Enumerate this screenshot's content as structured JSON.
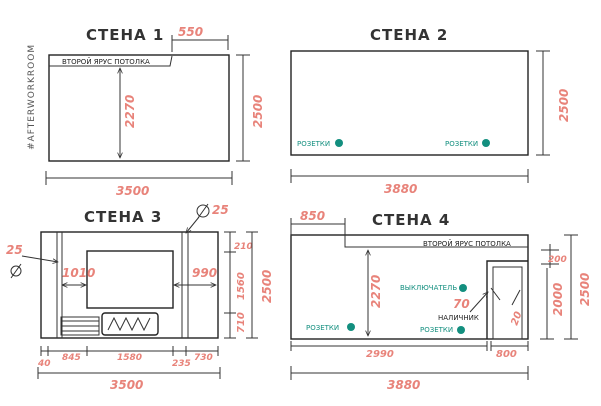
{
  "colors": {
    "dimension": "#e8837a",
    "socket": "#138f7f",
    "ink": "#333333"
  },
  "walls": {
    "w1": {
      "title": "СТЕНА 1",
      "top_dim": "550",
      "right_dim": "2500",
      "inner_dim": "2270",
      "bottom_dim": "3500",
      "ceiling_label": "ВТОРОЙ ЯРУС ПОТОЛКА"
    },
    "w2": {
      "title": "СТЕНА 2",
      "right_dim": "2500",
      "bottom_dim": "3880",
      "socket_label": "РОЗЕТКИ"
    },
    "w3": {
      "title": "СТЕНА 3",
      "diam_left": "25",
      "diam_right": "25",
      "left_gap": "1010",
      "right_gap": "990",
      "right_top": "210",
      "right_mid": "1560",
      "right_bottom": "710",
      "right_total": "2500",
      "bottom_segments": [
        "40",
        "845",
        "1580",
        "235",
        "730"
      ],
      "bottom_total": "3500"
    },
    "w4": {
      "title": "СТЕНА 4",
      "top_dim": "850",
      "ceiling_label": "ВТОРОЙ ЯРУС ПОТОЛКА",
      "inner_dim": "2270",
      "switch_label": "ВЫКЛЮЧАТЕЛЬ",
      "trim_label": "НАЛИЧНИК",
      "trim_dim": "70",
      "door_gap": "20",
      "door_top": "200",
      "door_height": "2000",
      "right_total": "2500",
      "bottom_left": "2990",
      "bottom_right": "800",
      "bottom_total": "3880",
      "socket_label": "РОЗЕТКИ"
    }
  },
  "watermark": "#AFTERWORKROOM"
}
